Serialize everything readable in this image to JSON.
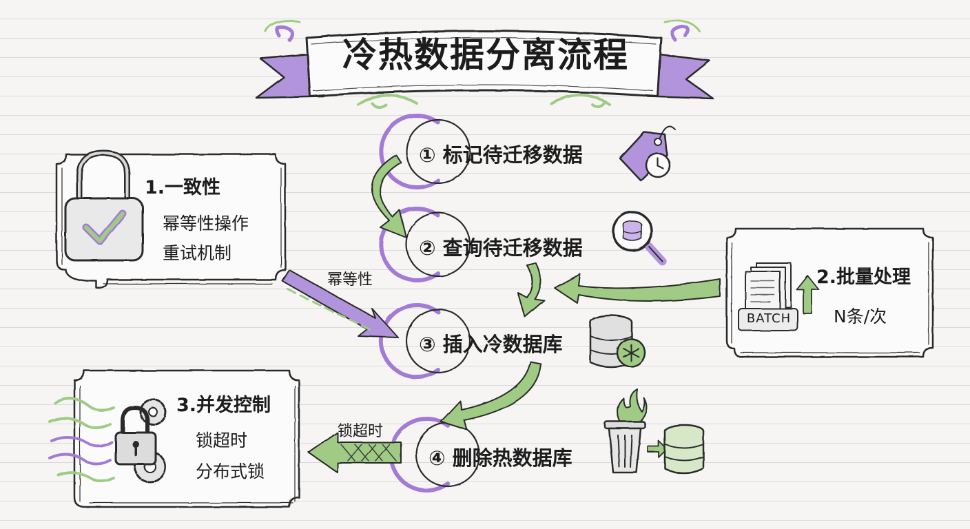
{
  "title": "冷热数据分离流程",
  "steps": [
    {
      "label": "① 标记待迁移数据",
      "icon": "tag-clock-icon"
    },
    {
      "label": "② 查询待迁移数据",
      "icon": "database-search-icon"
    },
    {
      "label": "③ 插入冷数据库",
      "icon": "cold-database-icon"
    },
    {
      "label": "④ 删除热数据库",
      "icon": "trash-database-icon"
    }
  ],
  "boxes": {
    "consistency": {
      "title": "1.一致性",
      "lines": [
        "幂等性操作",
        "重试机制"
      ],
      "icon": "padlock-check-icon"
    },
    "batch": {
      "title": "2.批量处理",
      "lines": [
        "N条/次"
      ],
      "badge": "BATCH",
      "icon": "batch-documents-icon"
    },
    "concurrency": {
      "title": "3.并发控制",
      "lines": [
        "锁超时",
        "分布式锁"
      ],
      "icon": "lock-gears-icon"
    }
  },
  "arrow_labels": {
    "idempotent": "幂等性",
    "lock_timeout": "锁超时"
  },
  "colors": {
    "purple": "#a37ad6",
    "green": "#9fcb84",
    "ink": "#2b2b2b"
  }
}
